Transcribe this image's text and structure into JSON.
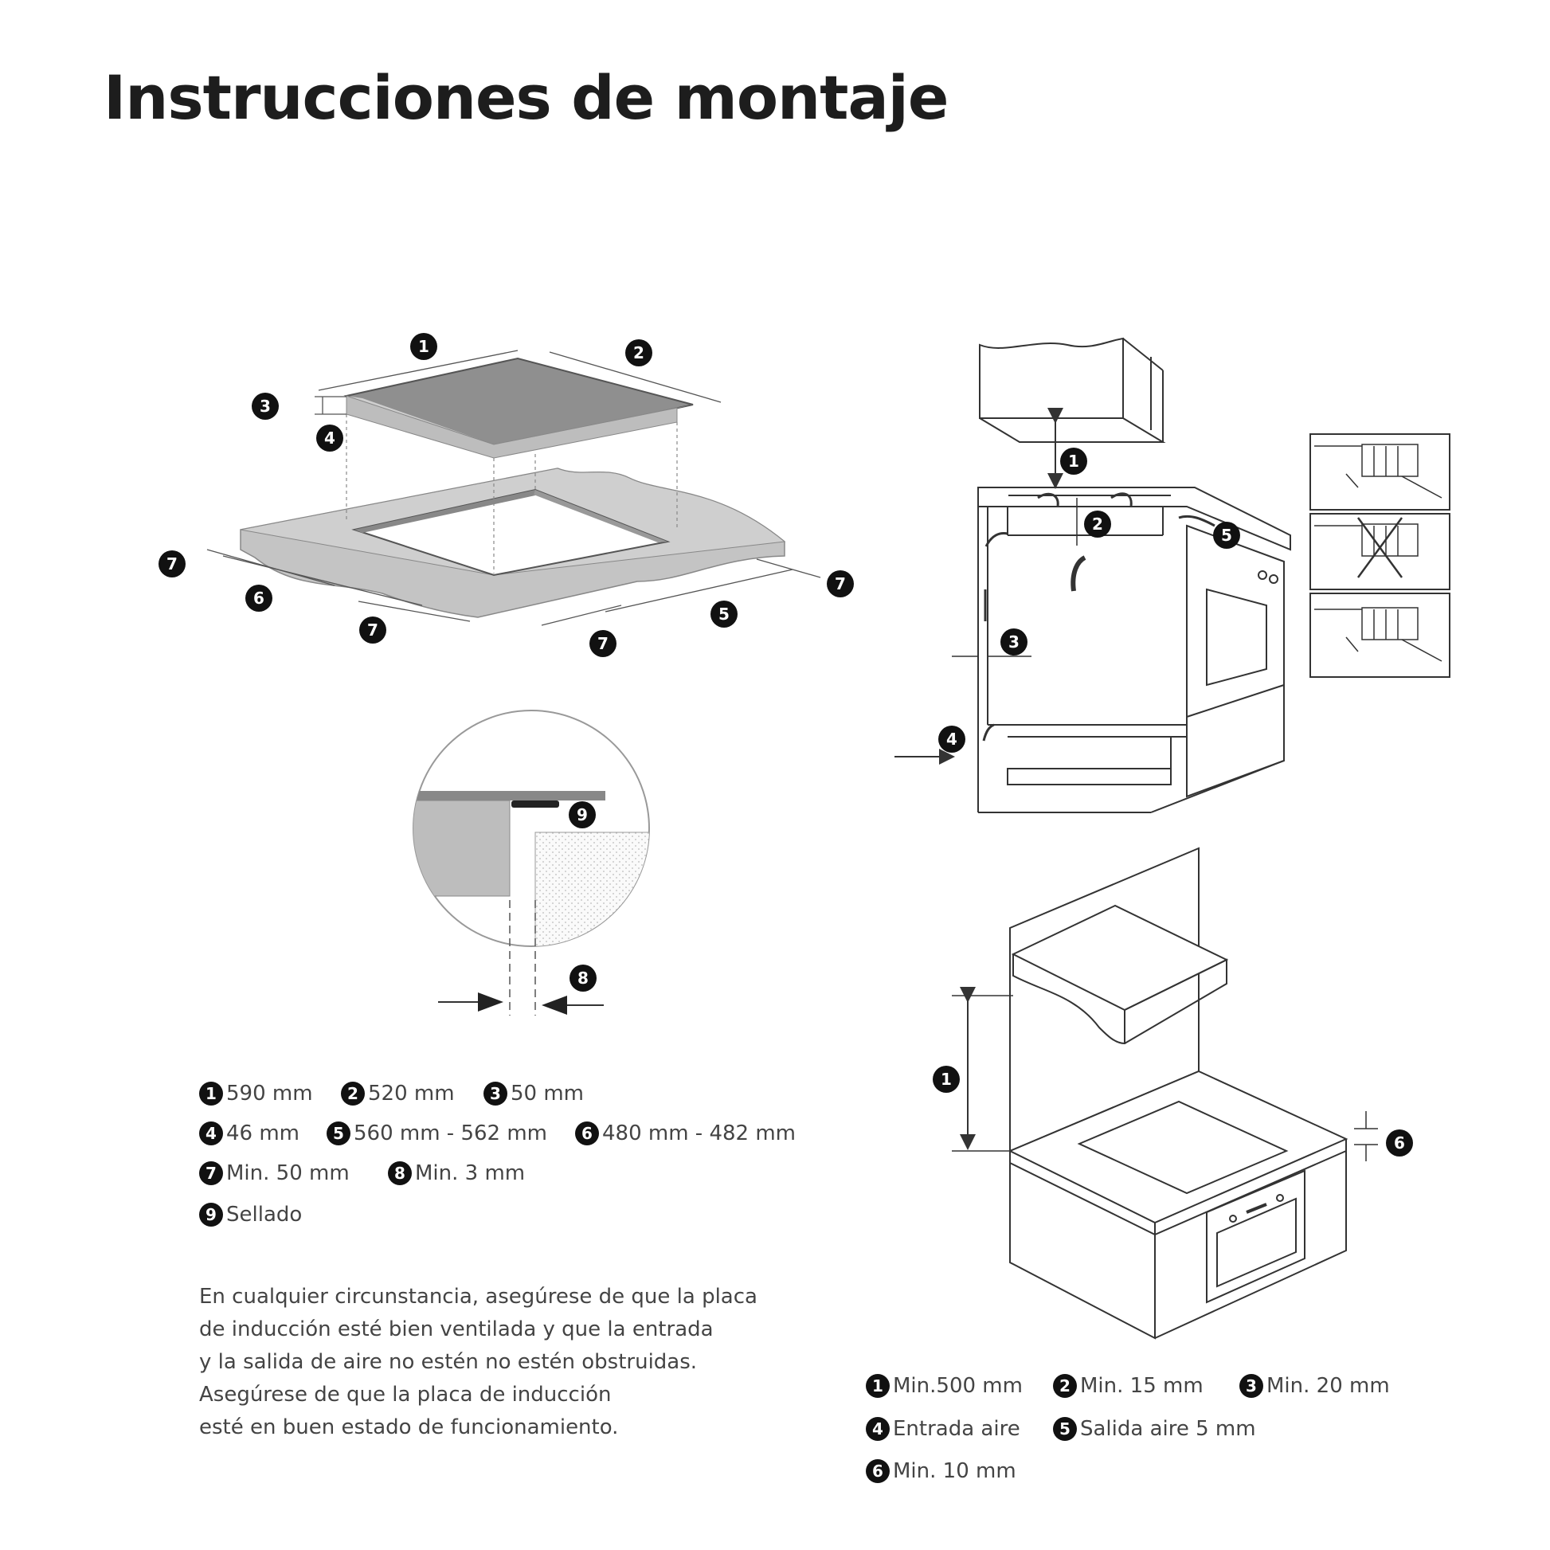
{
  "title": "Instrucciones de montaje",
  "diagram_hob": {
    "callouts": [
      "1",
      "2",
      "3",
      "4",
      "5",
      "6",
      "7",
      "8",
      "9"
    ],
    "legend": [
      {
        "num": "1",
        "text": "590 mm"
      },
      {
        "num": "2",
        "text": "520 mm"
      },
      {
        "num": "3",
        "text": "50 mm"
      },
      {
        "num": "4",
        "text": "46 mm"
      },
      {
        "num": "5",
        "text": "560 mm - 562 mm"
      },
      {
        "num": "6",
        "text": "480 mm - 482 mm"
      },
      {
        "num": "7",
        "text": "Min. 50 mm"
      },
      {
        "num": "8",
        "text": "Min. 3 mm"
      },
      {
        "num": "9",
        "text": "Sellado"
      }
    ]
  },
  "note_lines": [
    "En cualquier circunstancia, asegúrese de que la placa",
    "de inducción esté bien ventilada y que la entrada",
    "y la salida de aire no estén no estén obstruidas.",
    "Asegúrese de que la placa de inducción",
    "esté en buen estado de funcionamiento."
  ],
  "diagram_ventilation": {
    "callouts": [
      "1",
      "2",
      "3",
      "4",
      "5",
      "6"
    ],
    "legend": [
      {
        "num": "1",
        "text": "Min.500 mm"
      },
      {
        "num": "2",
        "text": "Min. 15 mm"
      },
      {
        "num": "3",
        "text": "Min. 20 mm"
      },
      {
        "num": "4",
        "text": "Entrada aire"
      },
      {
        "num": "5",
        "text": "Salida aire 5 mm"
      },
      {
        "num": "6",
        "text": "Min. 10 mm"
      }
    ]
  },
  "colors": {
    "badge": "#111111",
    "hob_top": "#8f8f8f",
    "worktop": "#bdbdbd",
    "line": "#333333"
  }
}
